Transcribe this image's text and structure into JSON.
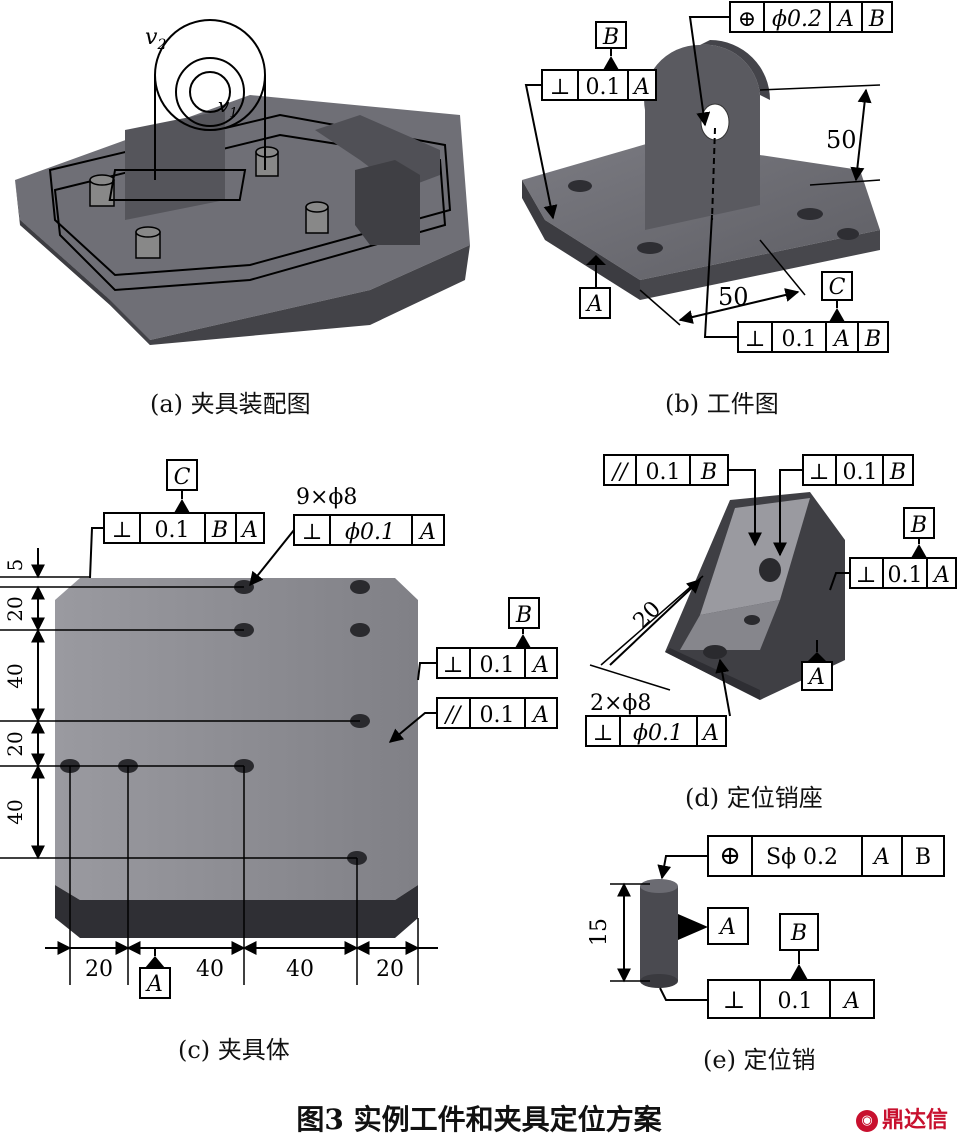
{
  "captions": {
    "a": "(a) 夹具装配图",
    "b": "(b) 工件图",
    "c": "(c) 夹具体",
    "d": "(d) 定位销座",
    "e": "(e) 定位销"
  },
  "figure_title": "图3  实例工件和夹具定位方案",
  "watermark": "鼎达信",
  "panel_a": {
    "v2": "v",
    "v2_sub": "2",
    "v1": "v",
    "v1_sub": "1"
  },
  "panel_b": {
    "datum_B": "B",
    "datum_A": "A",
    "datum_C": "C",
    "fcf_top": {
      "sym": "⊥",
      "tol": "0.1",
      "ref1": "A"
    },
    "fcf_pos": {
      "sym": "⊕",
      "tol": "ϕ0.2",
      "ref1": "A",
      "ref2": "B"
    },
    "fcf_bottom": {
      "sym": "⊥",
      "tol": "0.1",
      "ref1": "A",
      "ref2": "B"
    },
    "dim_50_v": "50",
    "dim_50_h": "50"
  },
  "panel_c": {
    "datum_C": "C",
    "datum_B": "B",
    "datum_A": "A",
    "fcf_top": {
      "sym": "⊥",
      "tol": "0.1",
      "ref1": "B",
      "ref2": "A"
    },
    "holes_note": "9×ϕ8",
    "fcf_holes": {
      "sym": "⊥",
      "tol": "ϕ0.1",
      "ref1": "A"
    },
    "fcf_right1": {
      "sym": "⊥",
      "tol": "0.1",
      "ref1": "A"
    },
    "fcf_right2": {
      "sym": "//",
      "tol": "0.1",
      "ref1": "A"
    },
    "dims_v": [
      "5",
      "20",
      "40",
      "20",
      "40"
    ],
    "dims_h": [
      "20",
      "40",
      "40",
      "20"
    ]
  },
  "panel_d": {
    "fcf_par": {
      "sym": "//",
      "tol": "0.1",
      "ref1": "B"
    },
    "fcf_perp": {
      "sym": "⊥",
      "tol": "0.1",
      "ref1": "B"
    },
    "datum_B": "B",
    "fcf_right": {
      "sym": "⊥",
      "tol": "0.1",
      "ref1": "A"
    },
    "dim_20": "20",
    "datum_A": "A",
    "holes_note": "2×ϕ8",
    "fcf_holes": {
      "sym": "⊥",
      "tol": "ϕ0.1",
      "ref1": "A"
    }
  },
  "panel_e": {
    "fcf_pos": {
      "sym": "⊕",
      "tol": "Sϕ  0.2",
      "ref1": "A",
      "ref2": "B"
    },
    "datum_A": "A",
    "datum_B": "B",
    "dim_15": "15",
    "fcf_perp": {
      "sym": "⊥",
      "tol": "0.1",
      "ref1": "A"
    }
  },
  "colors": {
    "part_dark": "#4a4a50",
    "part_face": "#8a8a90",
    "part_top": "#6d6d73",
    "watermark": "#c8102e"
  }
}
